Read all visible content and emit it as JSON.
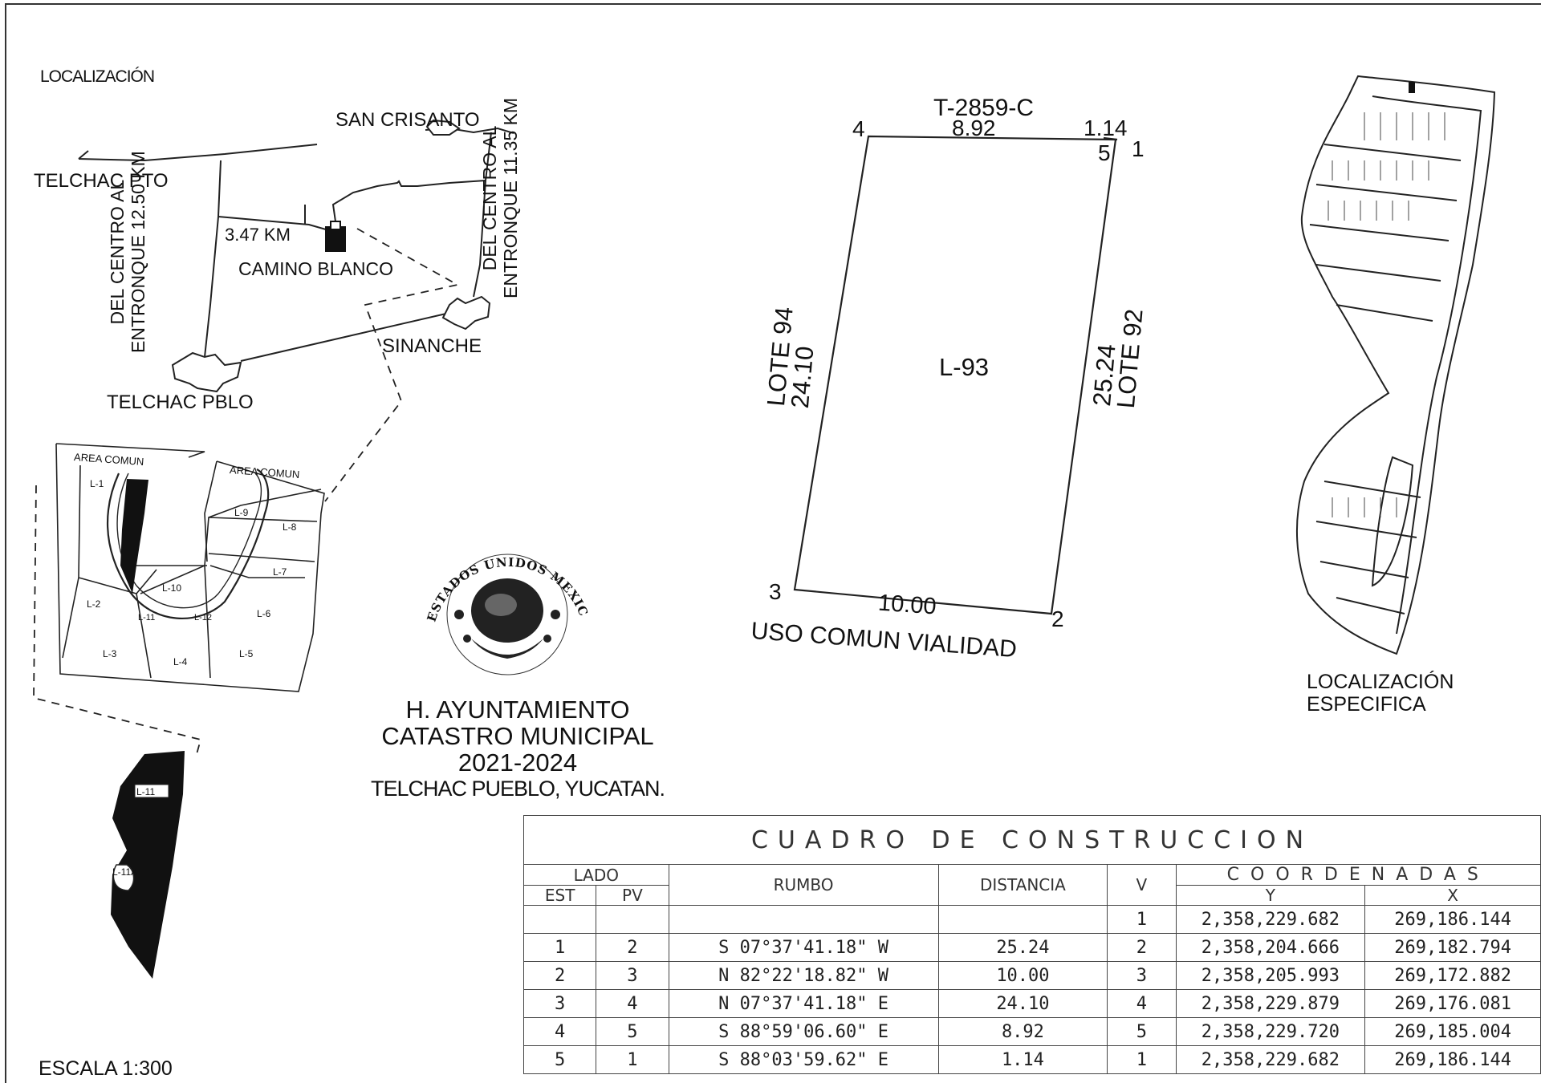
{
  "header": {
    "localizacion": "LOCALIZACIÓN",
    "scale": "ESCALA 1:300"
  },
  "location_map": {
    "towns": {
      "san_crisanto": "SAN CRISANTO",
      "telchac_pto": "TELCHAC PTO",
      "camino_blanco": "CAMINO BLANCO",
      "sinanche": "SINANCHE",
      "telchac_pblo": "TELCHAC PBLO"
    },
    "distance_label": "3.47 KM",
    "road_left": [
      "DEL CENTRO AL",
      "ENTRONQUE 12.50 KM"
    ],
    "road_right": [
      "DEL CENTRO AL",
      "ENTRONQUE 11.35 KM"
    ]
  },
  "detail_map": {
    "area_comun_1": "AREA COMUN",
    "area_comun_2": "AREA COMUN",
    "lots": [
      "L-1",
      "L-2",
      "L-3",
      "L-4",
      "L-5",
      "L-6",
      "L-7",
      "L-8",
      "L-9",
      "L-10",
      "L-11",
      "L-12"
    ],
    "lower_label_1": "L-11",
    "lower_label_2": "L-11A"
  },
  "seal": {
    "ring_text": "ESTADOS UNIDOS MEXICANOS",
    "line1": "H. AYUNTAMIENTO",
    "line2": "CATASTRO MUNICIPAL",
    "line3": "2021-2024",
    "line4": "TELCHAC PUEBLO, YUCATAN."
  },
  "lot_plan": {
    "tag": "T-2859-C",
    "lot": "L-93",
    "vertices": [
      "1",
      "2",
      "3",
      "4",
      "5"
    ],
    "top_distance": "8.92",
    "top_small_distance": "1.14",
    "left_name": "LOTE 94",
    "left_distance": "24.10",
    "right_name": "LOTE 92",
    "right_distance": "25.24",
    "bottom_distance": "10.00",
    "bottom_name": "USO COMUN VIALIDAD"
  },
  "specific_location": {
    "line1": "LOCALIZACIÓN",
    "line2": "ESPECIFICA"
  },
  "construction_table": {
    "title": "CUADRO DE CONSTRUCCION",
    "lado": "LADO",
    "est": "EST",
    "pv": "PV",
    "rumbo": "RUMBO",
    "distancia": "DISTANCIA",
    "v": "V",
    "coordenadas": "COORDENADAS",
    "y": "Y",
    "x": "X",
    "first_row": {
      "v": "1",
      "y": "2,358,229.682",
      "x": "269,186.144"
    },
    "rows": [
      {
        "est": "1",
        "pv": "2",
        "rumbo": "S 07°37'41.18\"",
        "dir": "W",
        "dist": "25.24",
        "v": "2",
        "y": "2,358,204.666",
        "x": "269,182.794"
      },
      {
        "est": "2",
        "pv": "3",
        "rumbo": "N 82°22'18.82\"",
        "dir": "W",
        "dist": "10.00",
        "v": "3",
        "y": "2,358,205.993",
        "x": "269,172.882"
      },
      {
        "est": "3",
        "pv": "4",
        "rumbo": "N 07°37'41.18\"",
        "dir": "E",
        "dist": "24.10",
        "v": "4",
        "y": "2,358,229.879",
        "x": "269,176.081"
      },
      {
        "est": "4",
        "pv": "5",
        "rumbo": "S 88°59'06.60\"",
        "dir": "E",
        "dist": "8.92",
        "v": "5",
        "y": "2,358,229.720",
        "x": "269,185.004"
      },
      {
        "est": "5",
        "pv": "1",
        "rumbo": "S 88°03'59.62\"",
        "dir": "E",
        "dist": "1.14",
        "v": "1",
        "y": "2,358,229.682",
        "x": "269,186.144"
      }
    ]
  }
}
